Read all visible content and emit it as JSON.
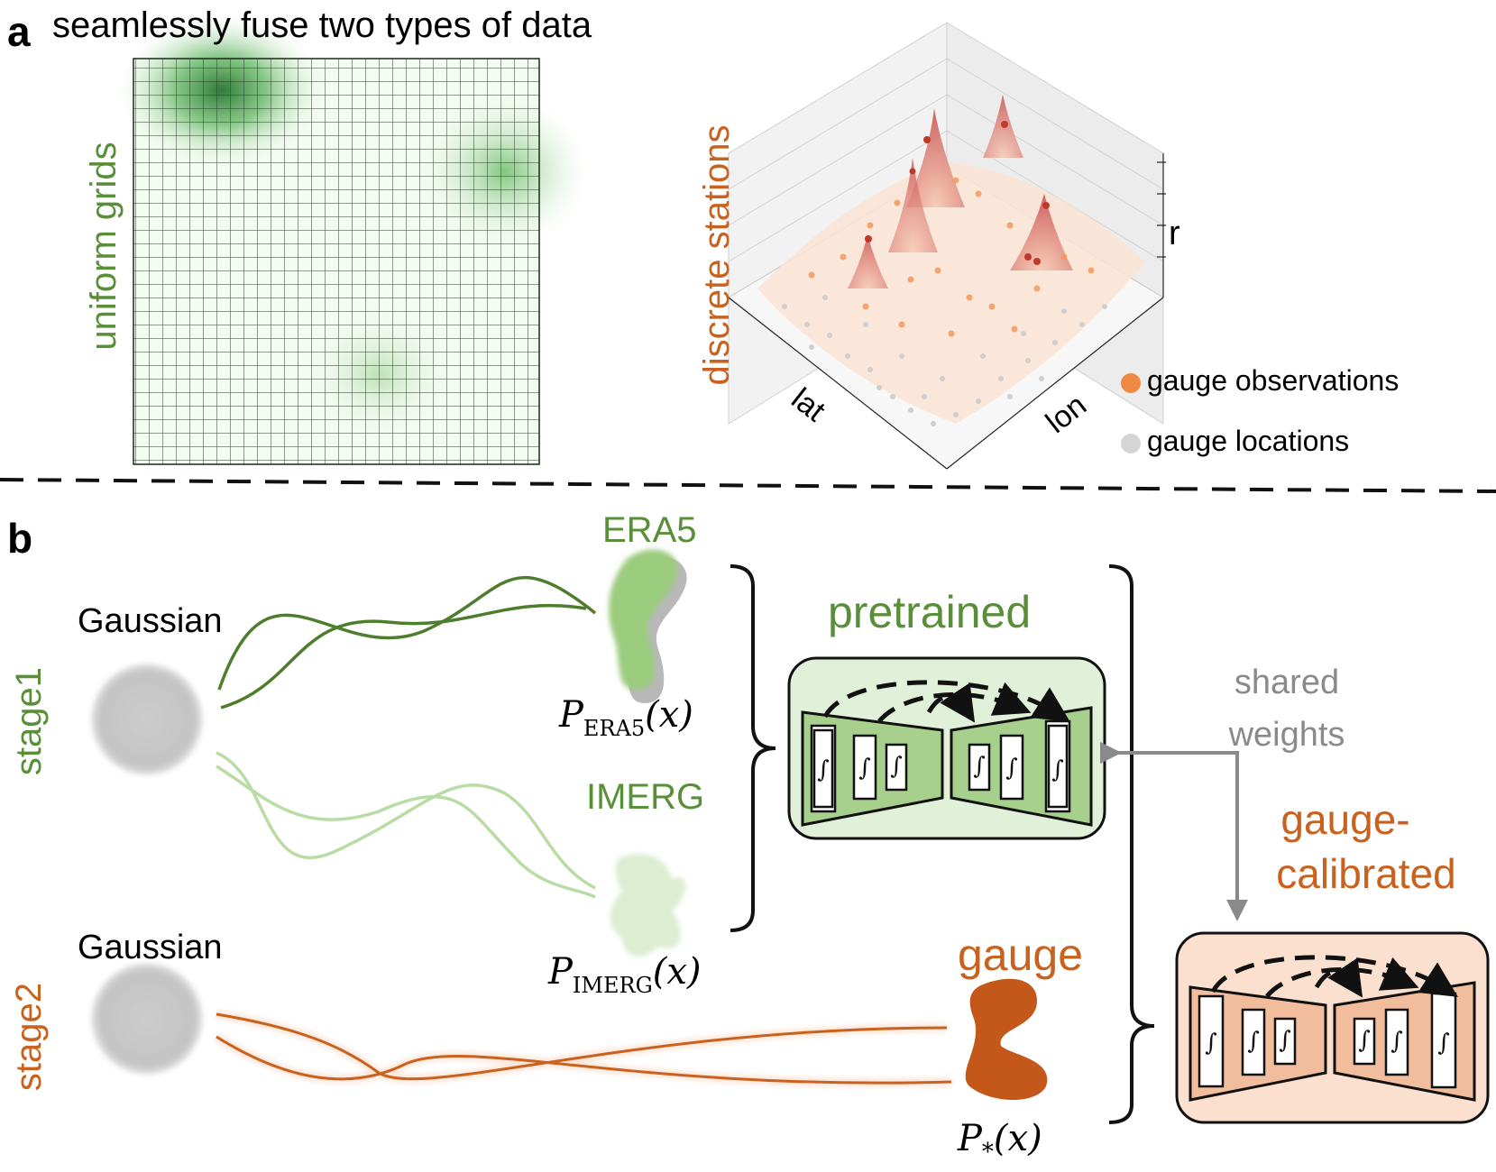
{
  "panel_a": {
    "letter": "a",
    "title": "seamlessly fuse two types of data",
    "left_label": "uniform grids",
    "right_label": "discrete stations",
    "axis_lat": "lat",
    "axis_lon": "lon",
    "axis_r": "r",
    "legend_obs": "gauge observations",
    "legend_loc": "gauge locations"
  },
  "panel_b": {
    "letter": "b",
    "stage1": "stage1",
    "stage2": "stage2",
    "gaussian1": "Gaussian",
    "gaussian2": "Gaussian",
    "era5": "ERA5",
    "imerg": "IMERG",
    "gauge": "gauge",
    "p_era5_main": "P",
    "p_era5_sub": "ERA5",
    "p_era5_tail": "(x)",
    "p_imerg_main": "P",
    "p_imerg_sub": "IMERG",
    "p_imerg_tail": "(x)",
    "p_star_main": "P",
    "p_star_sub": "*",
    "p_star_tail": "(x)",
    "pretrained": "pretrained",
    "shared_line1": "shared",
    "shared_line2": "weights",
    "calibrated_line1": "gauge-",
    "calibrated_line2": "calibrated"
  },
  "colors": {
    "green_dark": "#4e7d2e",
    "green_light": "#b9dca4",
    "orange": "#c9621f",
    "grey": "#8a8a8a"
  }
}
